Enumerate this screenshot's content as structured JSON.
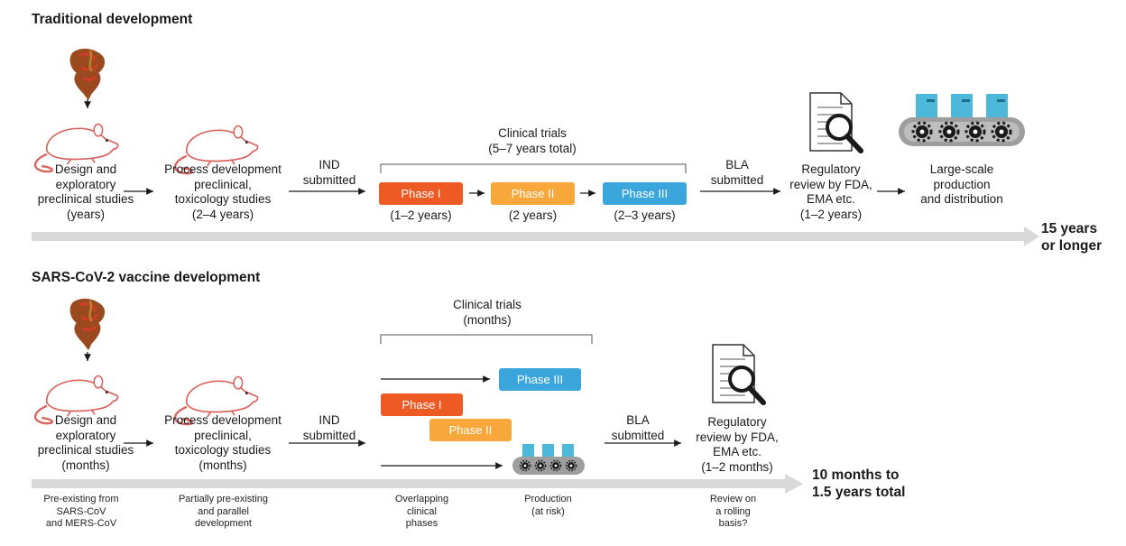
{
  "colors": {
    "phase1": "#EE5A24",
    "phase2": "#F8A83A",
    "phase3": "#3BA6DC",
    "timeline": "#D9D9D9",
    "rat": "#D9665E",
    "protein": "#9A4A1E",
    "box": "#4DB8DA"
  },
  "icons": [
    "protein-structure-icon",
    "rat-icon",
    "document-magnifier-icon",
    "conveyor-belt-icon"
  ],
  "traditional": {
    "heading": "Traditional development",
    "design": "Design and\nexploratory\npreclinical studies\n(years)",
    "process": "Process development\npreclinical,\ntoxicology studies\n(2–4 years)",
    "ind": "IND\nsubmitted",
    "clinical": "Clinical trials\n(5–7 years total)",
    "phase1": "Phase I",
    "phase1_dur": "(1–2 years)",
    "phase2": "Phase II",
    "phase2_dur": "(2 years)",
    "phase3": "Phase III",
    "phase3_dur": "(2–3 years)",
    "bla": "BLA\nsubmitted",
    "review": "Regulatory\nreview by FDA,\nEMA etc.\n(1–2 years)",
    "production": "Large-scale\nproduction\nand distribution",
    "total": "15 years\nor longer"
  },
  "sars": {
    "heading": "SARS-CoV-2 vaccine development",
    "design": "Design and\nexploratory\npreclinical studies\n(months)",
    "process": "Process development\npreclinical,\ntoxicology studies\n(months)",
    "ind": "IND\nsubmitted",
    "clinical": "Clinical trials\n(months)",
    "phase1": "Phase I",
    "phase2": "Phase II",
    "phase3": "Phase III",
    "bla": "BLA\nsubmitted",
    "review": "Regulatory\nreview by FDA,\nEMA etc.\n(1–2 months)",
    "total": "10 months to\n1.5 years total",
    "notes": {
      "preexisting": "Pre-existing from\nSARS-CoV\nand MERS-CoV",
      "partial": "Partially pre-existing\nand parallel\ndevelopment",
      "overlap": "Overlapping\nclinical\nphases",
      "production": "Production\n(at risk)",
      "rolling": "Review on\na rolling\nbasis?"
    }
  }
}
